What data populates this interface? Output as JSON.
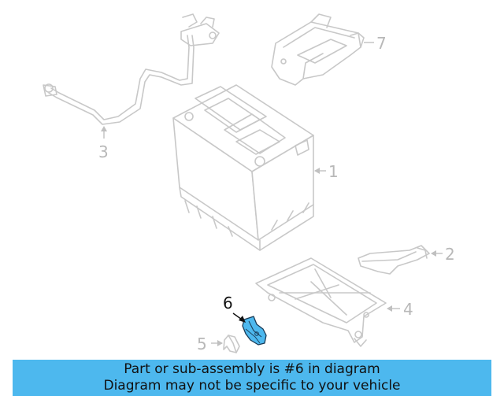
{
  "callouts": {
    "c1": "1",
    "c2": "2",
    "c3": "3",
    "c4": "4",
    "c5": "5",
    "c6": "6",
    "c7": "7"
  },
  "highlight_color": "#4db8ee",
  "banner": {
    "line1": "Part or sub-assembly is #6 in diagram",
    "line2": "Diagram may not be specific to your vehicle"
  }
}
